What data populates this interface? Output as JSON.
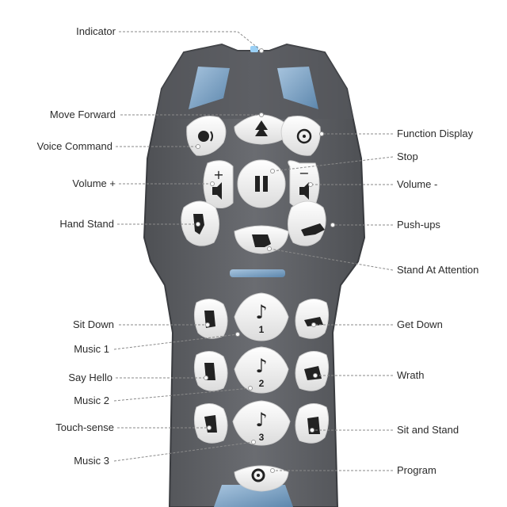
{
  "labels": {
    "indicator": "Indicator",
    "move_forward": "Move Forward",
    "voice_command": "Voice Command",
    "volume_up": "Volume +",
    "hand_stand": "Hand Stand",
    "sit_down": "Sit Down",
    "music_1": "Music 1",
    "say_hello": "Say Hello",
    "music_2": "Music 2",
    "touch_sense": "Touch-sense",
    "music_3": "Music 3",
    "function_display": "Function Display",
    "stop": "Stop",
    "volume_down": "Volume -",
    "push_ups": "Push-ups",
    "stand_at_attention": "Stand At Attention",
    "get_down": "Get Down",
    "wrath": "Wrath",
    "sit_and_stand": "Sit and Stand",
    "program": "Program"
  },
  "button_text": {
    "volume_plus": "+",
    "volume_minus": "−",
    "music_1_num": "1",
    "music_2_num": "2",
    "music_3_num": "3"
  },
  "colors": {
    "body": "#5f6166",
    "body_dark": "#45474b",
    "button": "#f3f3f3",
    "accent_blue": "#7ea6c9",
    "leader": "#8a8a8a"
  }
}
